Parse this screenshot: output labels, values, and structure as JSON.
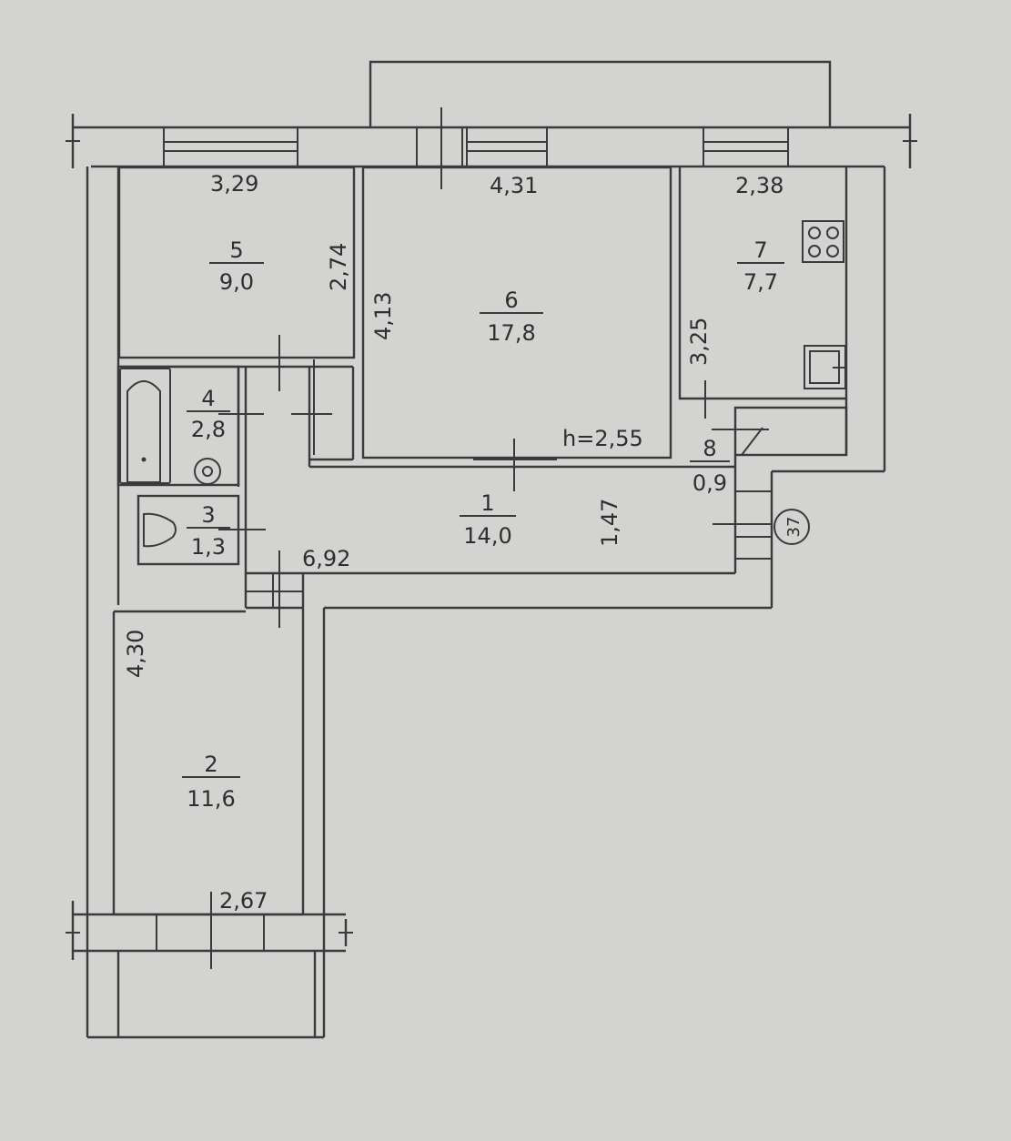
{
  "rooms": [
    {
      "id": "1",
      "area": "14,0"
    },
    {
      "id": "2",
      "area": "11,6"
    },
    {
      "id": "3",
      "area": "1,3"
    },
    {
      "id": "4",
      "area": "2,8"
    },
    {
      "id": "5",
      "area": "9,0"
    },
    {
      "id": "6",
      "area": "17,8"
    },
    {
      "id": "7",
      "area": "7,7"
    },
    {
      "id": "8",
      "area": "0,9"
    }
  ],
  "dimensions": {
    "d_3_29": "3,29",
    "d_4_31": "4,31",
    "d_2_38": "2,38",
    "d_2_74": "2,74",
    "d_4_13": "4,13",
    "d_3_25": "3,25",
    "d_1_47": "1,47",
    "d_6_92": "6,92",
    "d_4_30": "4,30",
    "d_2_67": "2,67"
  },
  "ceiling_height": "h=2,55",
  "unit_marker": "37"
}
